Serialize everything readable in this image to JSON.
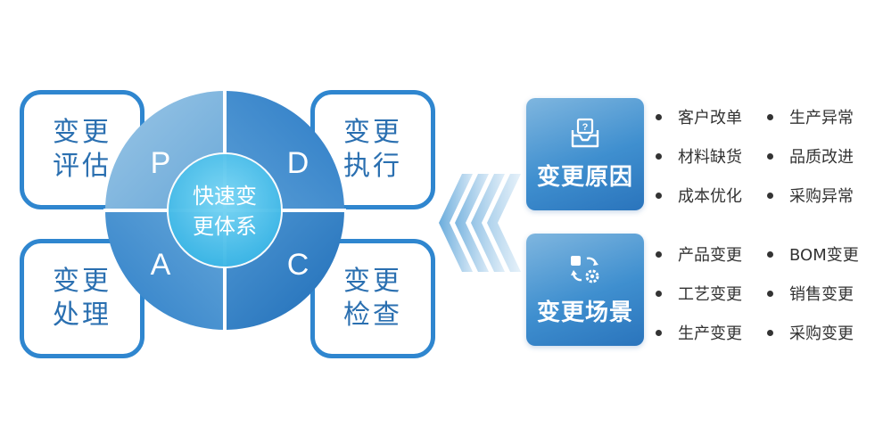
{
  "colors": {
    "accent": "#2f86cf",
    "center": "#4fc3ea",
    "text": "#333333"
  },
  "quadrants": {
    "top_left": "变更评估",
    "top_right": "变更执行",
    "bottom_left": "变更处理",
    "bottom_right": "变更检查"
  },
  "cycle": {
    "center_lines": [
      "快速变",
      "更体系"
    ],
    "letters": {
      "p": "P",
      "d": "D",
      "a": "A",
      "c": "C"
    }
  },
  "categories": [
    {
      "title": "变更原因",
      "icon": "inbox-question-icon",
      "items": [
        "客户改单",
        "生产异常",
        "材料缺货",
        "品质改进",
        "成本优化",
        "采购异常"
      ]
    },
    {
      "title": "变更场景",
      "icon": "change-gear-icon",
      "items": [
        "产品变更",
        "BOM变更",
        "工艺变更",
        "销售变更",
        "生产变更",
        "采购变更"
      ]
    }
  ]
}
